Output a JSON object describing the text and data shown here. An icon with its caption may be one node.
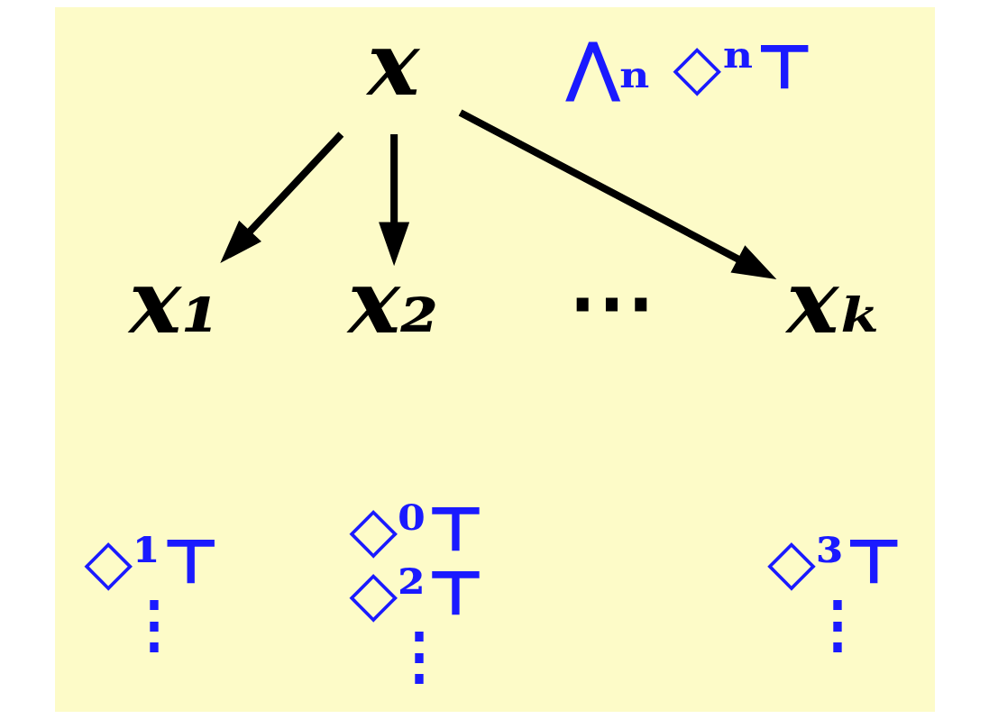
{
  "diagram": {
    "nodes": [
      {
        "text": [
          "x"
        ],
        "beside": [
          "⋀ₙ ◇ⁿ⊤"
        ]
      },
      {
        "text": [
          "x₁"
        ],
        "beside": [
          "◇¹⊤",
          "⋮"
        ]
      },
      {
        "text": [
          "x₂"
        ],
        "beside": [
          "◇⁰⊤",
          "◇²⊤",
          "⋮"
        ]
      },
      {
        "text": [
          "xₖ"
        ],
        "beside": [
          "◇³⊤",
          "⋮"
        ]
      }
    ],
    "edges": [
      {
        "from": 0,
        "to": 1,
        "arrow": "to"
      },
      {
        "from": 0,
        "to": 2,
        "arrow": "to"
      },
      {
        "from": 0,
        "to": 3,
        "arrow": "to"
      }
    ],
    "labels": [
      "⋯"
    ]
  }
}
